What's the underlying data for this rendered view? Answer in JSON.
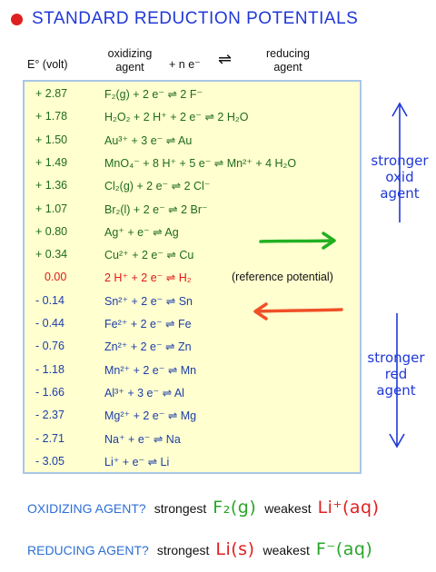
{
  "title": "STANDARD REDUCTION POTENTIALS",
  "headers": {
    "potential": "E° (volt)",
    "oxidizing": [
      "oxidizing",
      "agent"
    ],
    "electrons": "+ n e⁻",
    "equilibrium": "⇌",
    "reducing": [
      "reducing",
      "agent"
    ]
  },
  "reactions": [
    {
      "ev": "+ 2.87",
      "eq": "F₂(g)  +  2 e⁻  ⇌  2 F⁻",
      "kind": "ox"
    },
    {
      "ev": "+ 1.78",
      "eq": "H₂O₂  +  2 H⁺ +  2 e⁻  ⇌  2 H₂O",
      "kind": "ox"
    },
    {
      "ev": "+ 1.50",
      "eq": "Au³⁺  +  3 e⁻  ⇌   Au",
      "kind": "ox"
    },
    {
      "ev": "+ 1.49",
      "eq": "MnO₄⁻  +  8 H⁺  +  5 e⁻  ⇌  Mn²⁺  +  4 H₂O",
      "kind": "ox"
    },
    {
      "ev": "+ 1.36",
      "eq": "Cl₂(g)  +  2 e⁻  ⇌  2 Cl⁻",
      "kind": "ox"
    },
    {
      "ev": "+ 1.07",
      "eq": "Br₂(l)  +  2 e⁻  ⇌  2 Br⁻",
      "kind": "ox"
    },
    {
      "ev": "+ 0.80",
      "eq": "Ag⁺  +   e⁻   ⇌   Ag",
      "kind": "ox"
    },
    {
      "ev": "+ 0.34",
      "eq": "Cu²⁺  +  2 e⁻  ⇌   Cu",
      "kind": "ox"
    },
    {
      "ev": "0.00",
      "eq": "2 H⁺  +  2 e⁻  ⇌  H₂",
      "kind": "ref",
      "note": "(reference potential)"
    },
    {
      "ev": "- 0.14",
      "eq": "Sn²⁺  +  2 e⁻  ⇌    Sn",
      "kind": "red"
    },
    {
      "ev": "- 0.44",
      "eq": "Fe²⁺  +  2 e⁻  ⇌    Fe",
      "kind": "red"
    },
    {
      "ev": "- 0.76",
      "eq": "Zn²⁺  +  2 e⁻  ⇌   Zn",
      "kind": "red"
    },
    {
      "ev": "- 1.18",
      "eq": "Mn²⁺  +  2 e⁻  ⇌   Mn",
      "kind": "red"
    },
    {
      "ev": "- 1.66",
      "eq": "Al³⁺  +  3 e⁻  ⇌   Al",
      "kind": "red"
    },
    {
      "ev": "- 2.37",
      "eq": "Mg²⁺  +  2 e⁻    ⇌    Mg",
      "kind": "red"
    },
    {
      "ev": "- 2.71",
      "eq": "Na⁺  +  e⁻     ⇌    Na",
      "kind": "red"
    },
    {
      "ev": "- 3.05",
      "eq": "Li⁺  +  e⁻     ⇌    Li",
      "kind": "red"
    }
  ],
  "side_labels": {
    "oxidizing": [
      "stronger",
      "oxid",
      "agent"
    ],
    "reducing": [
      "stronger",
      "red",
      "agent"
    ]
  },
  "questions": {
    "oxidizing": {
      "label": "OXIDIZING AGENT?",
      "strongest_text": "strongest",
      "strongest": "F₂(g)",
      "weakest_text": "weakest",
      "weakest": "Li⁺(aq)"
    },
    "reducing": {
      "label": "REDUCING AGENT?",
      "strongest_text": "strongest",
      "strongest": "Li(s)",
      "weakest_text": "weakest",
      "weakest": "F⁻(aq)"
    }
  },
  "colors": {
    "title": "#2038d8",
    "oxidizing_rows": "#1f6b1f",
    "reference_row": "#e01818",
    "reducing_rows": "#1c3ea8",
    "panel_fill": "#ffffcf",
    "panel_border": "#a9c6e8",
    "green_arrow": "#22b022",
    "red_arrow": "#f05028",
    "side_arrow": "#2038d8"
  }
}
